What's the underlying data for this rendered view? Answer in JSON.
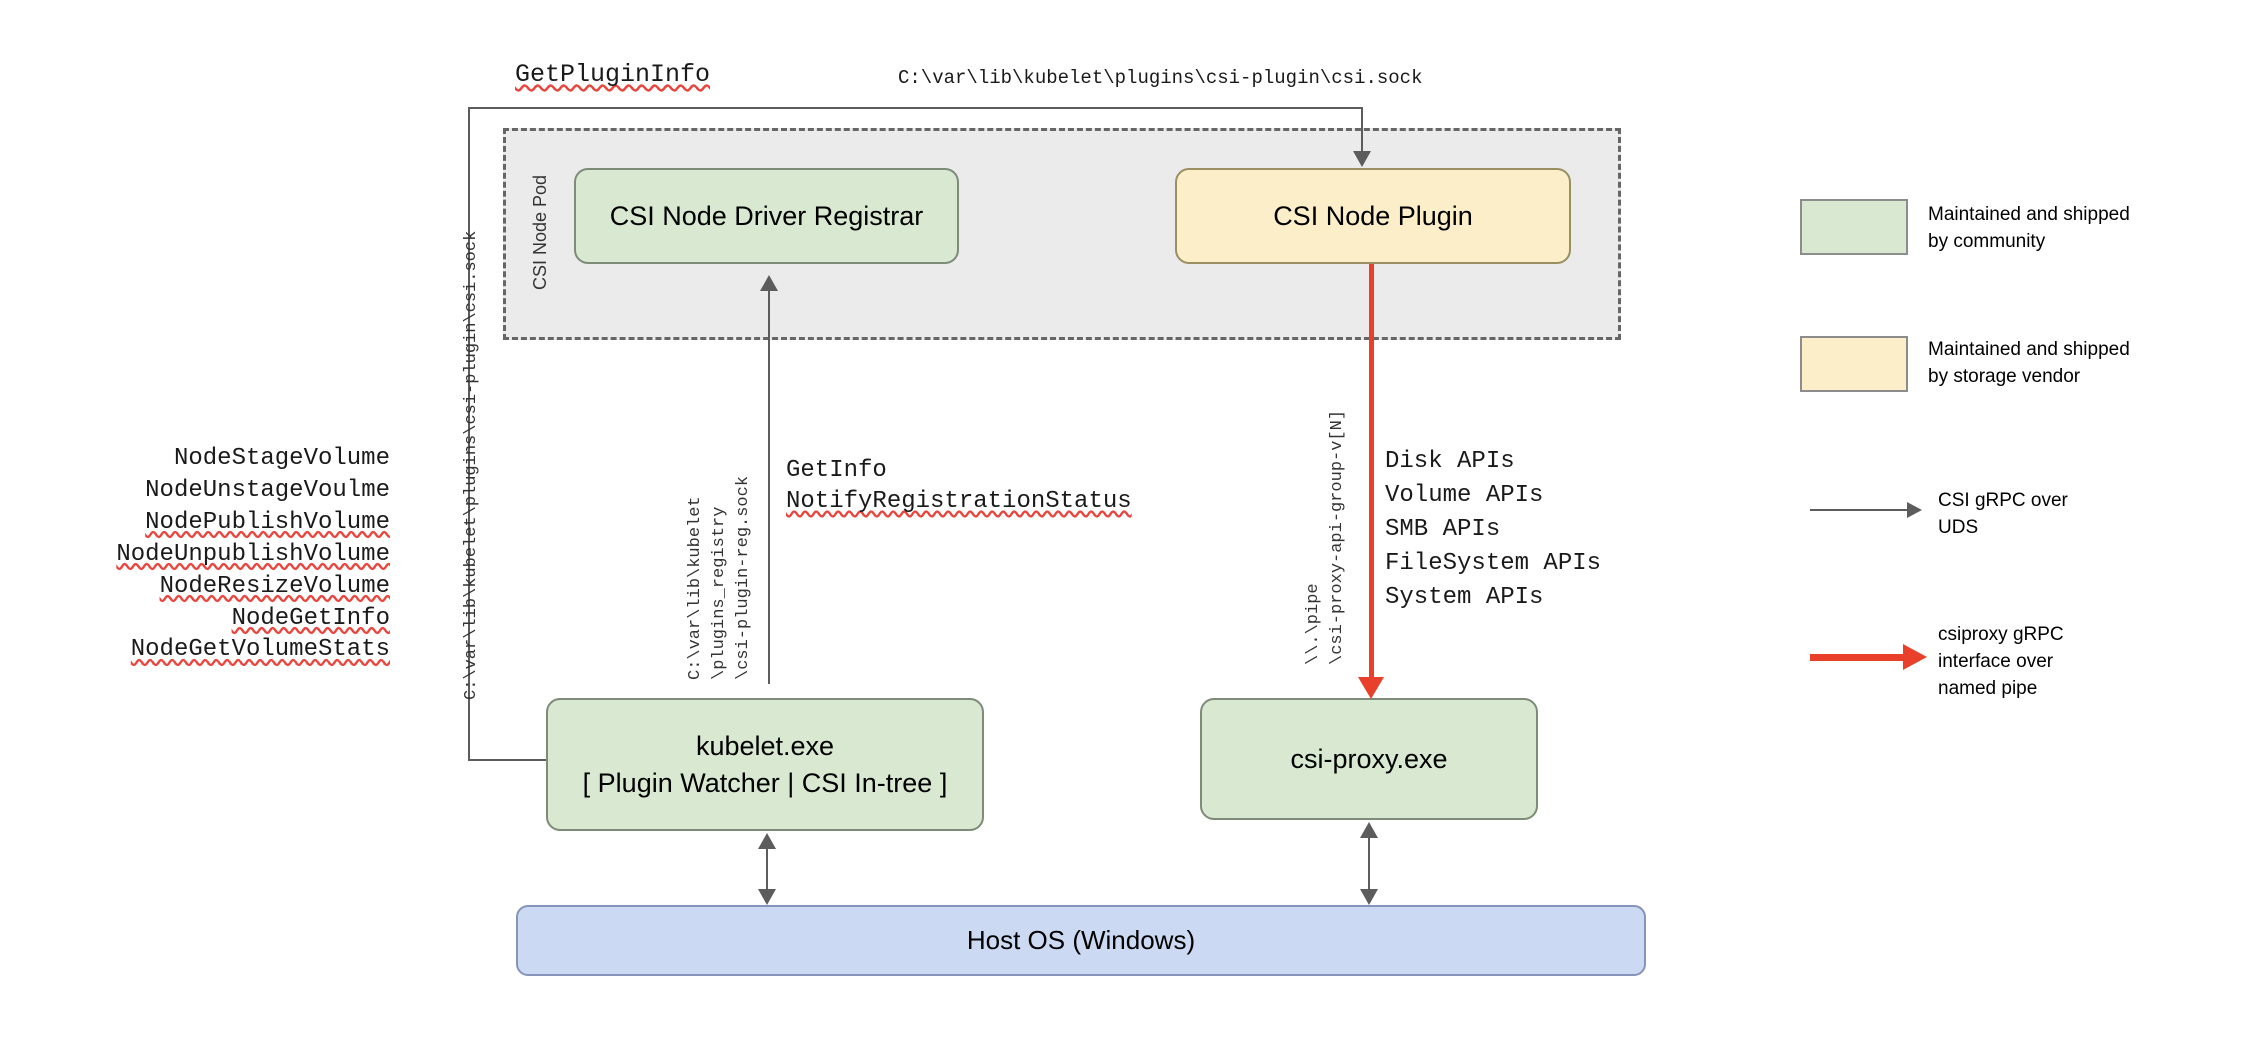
{
  "diagram": {
    "title_labels": {
      "get_plugin_info": "GetPluginInfo",
      "csi_sock_path": "C:\\var\\lib\\kubelet\\plugins\\csi-plugin\\csi.sock"
    },
    "pod": {
      "label": "CSI Node Pod"
    },
    "boxes": {
      "registrar": "CSI Node Driver Registrar",
      "node_plugin": "CSI Node Plugin",
      "kubelet_line1": "kubelet.exe",
      "kubelet_line2": "[ Plugin Watcher | CSI In-tree ]",
      "csi_proxy": "csi-proxy.exe",
      "host_os": "Host OS (Windows)"
    },
    "edge_labels": {
      "kubelet_csi_sock": "C:\\var\\lib\\kubelet\\plugins\\csi-plugin\\csi.sock",
      "registry_sock_line1": "C:\\var\\lib\\kubelet",
      "registry_sock_line2": "\\plugins_registry",
      "registry_sock_line3": "\\csi-plugin-reg.sock",
      "get_info": "GetInfo",
      "notify_registration_status": "NotifyRegistrationStatus",
      "named_pipe_line1": "\\\\.\\pipe",
      "named_pipe_line2": "\\csi-proxy-api-group-v[N]"
    },
    "csi_node_apis": [
      {
        "name": "NodeStageVolume",
        "misspelled": false
      },
      {
        "name": "NodeUnstageVoulme",
        "misspelled": false
      },
      {
        "name": "NodePublishVolume",
        "misspelled": true
      },
      {
        "name": "NodeUnpublishVolume",
        "misspelled": true
      },
      {
        "name": "NodeResizeVolume",
        "misspelled": true
      },
      {
        "name": "NodeGetInfo",
        "misspelled": true
      },
      {
        "name": "NodeGetVolumeStats",
        "misspelled": true
      }
    ],
    "csiproxy_apis": [
      "Disk APIs",
      "Volume APIs",
      "SMB APIs",
      "FileSystem APIs",
      "System APIs"
    ],
    "legend": [
      {
        "type": "swatch",
        "color": "#d9e8d1",
        "text": "Maintained and shipped\nby community"
      },
      {
        "type": "swatch",
        "color": "#fbeec9",
        "text": "Maintained and shipped\nby storage vendor"
      },
      {
        "type": "arrow-gray",
        "color": "#5c5c5c",
        "text": "CSI gRPC over\nUDS"
      },
      {
        "type": "arrow-red",
        "color": "#e8402a",
        "text": "csiproxy gRPC\ninterface over\nnamed pipe"
      }
    ],
    "colors": {
      "community_green": "#d9e8d1",
      "vendor_yellow": "#fbeec9",
      "host_blue": "#ccd9f2",
      "pod_gray": "#ebebeb",
      "edge_gray": "#5c5c5c",
      "edge_red": "#e8402a",
      "spellcheck_red": "#e8453c"
    }
  }
}
